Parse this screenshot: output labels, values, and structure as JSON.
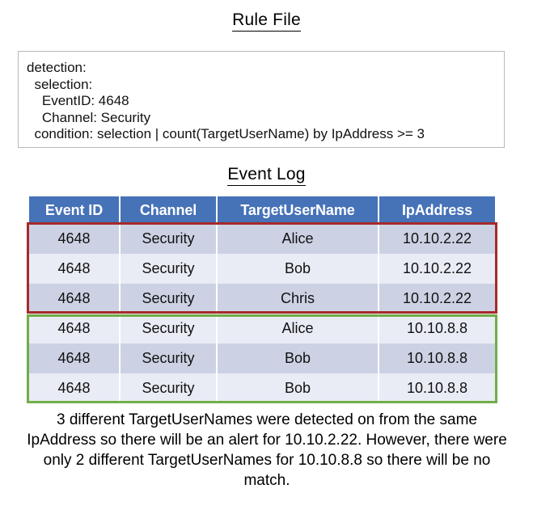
{
  "rule_file": {
    "title": "Rule File",
    "lines": [
      "detection:",
      "  selection:",
      "    EventID: 4648",
      "    Channel: Security",
      "  condition: selection | count(TargetUserName) by IpAddress >= 3"
    ]
  },
  "event_log": {
    "title": "Event Log",
    "columns": [
      "Event ID",
      "Channel",
      "TargetUserName",
      "IpAddress"
    ],
    "rows": [
      {
        "event_id": "4648",
        "channel": "Security",
        "target_user_name": "Alice",
        "ip_address": "10.10.2.22"
      },
      {
        "event_id": "4648",
        "channel": "Security",
        "target_user_name": "Bob",
        "ip_address": "10.10.2.22"
      },
      {
        "event_id": "4648",
        "channel": "Security",
        "target_user_name": "Chris",
        "ip_address": "10.10.2.22"
      },
      {
        "event_id": "4648",
        "channel": "Security",
        "target_user_name": "Alice",
        "ip_address": "10.10.8.8"
      },
      {
        "event_id": "4648",
        "channel": "Security",
        "target_user_name": "Bob",
        "ip_address": "10.10.8.8"
      },
      {
        "event_id": "4648",
        "channel": "Security",
        "target_user_name": "Bob",
        "ip_address": "10.10.8.8"
      }
    ],
    "highlights": {
      "match_group_color": "#a52a2a",
      "no_match_group_color": "#70ad47"
    },
    "header_color": "#4672b8",
    "row_color_dark": "#ccd2e4",
    "row_color_light": "#e9ecf5"
  },
  "caption": {
    "text": "3 different TargetUserNames were detected on from the same IpAddress so there will be an alert for 10.10.2.22. However, there were only 2 different TargetUserNames for 10.10.8.8 so there will be no match."
  }
}
